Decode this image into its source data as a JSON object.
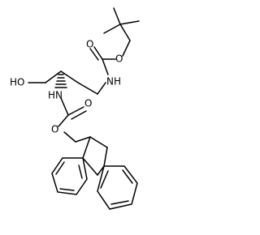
{
  "molecule": {
    "atom_labels": {
      "boc_ether_o": "O",
      "boc_carbonyl_o": "O",
      "boc_nh": "NH",
      "hydroxyl": "HO",
      "fmoc_nh": "HN",
      "fmoc_carbonyl_o": "O",
      "fmoc_ether_o": "O"
    }
  }
}
